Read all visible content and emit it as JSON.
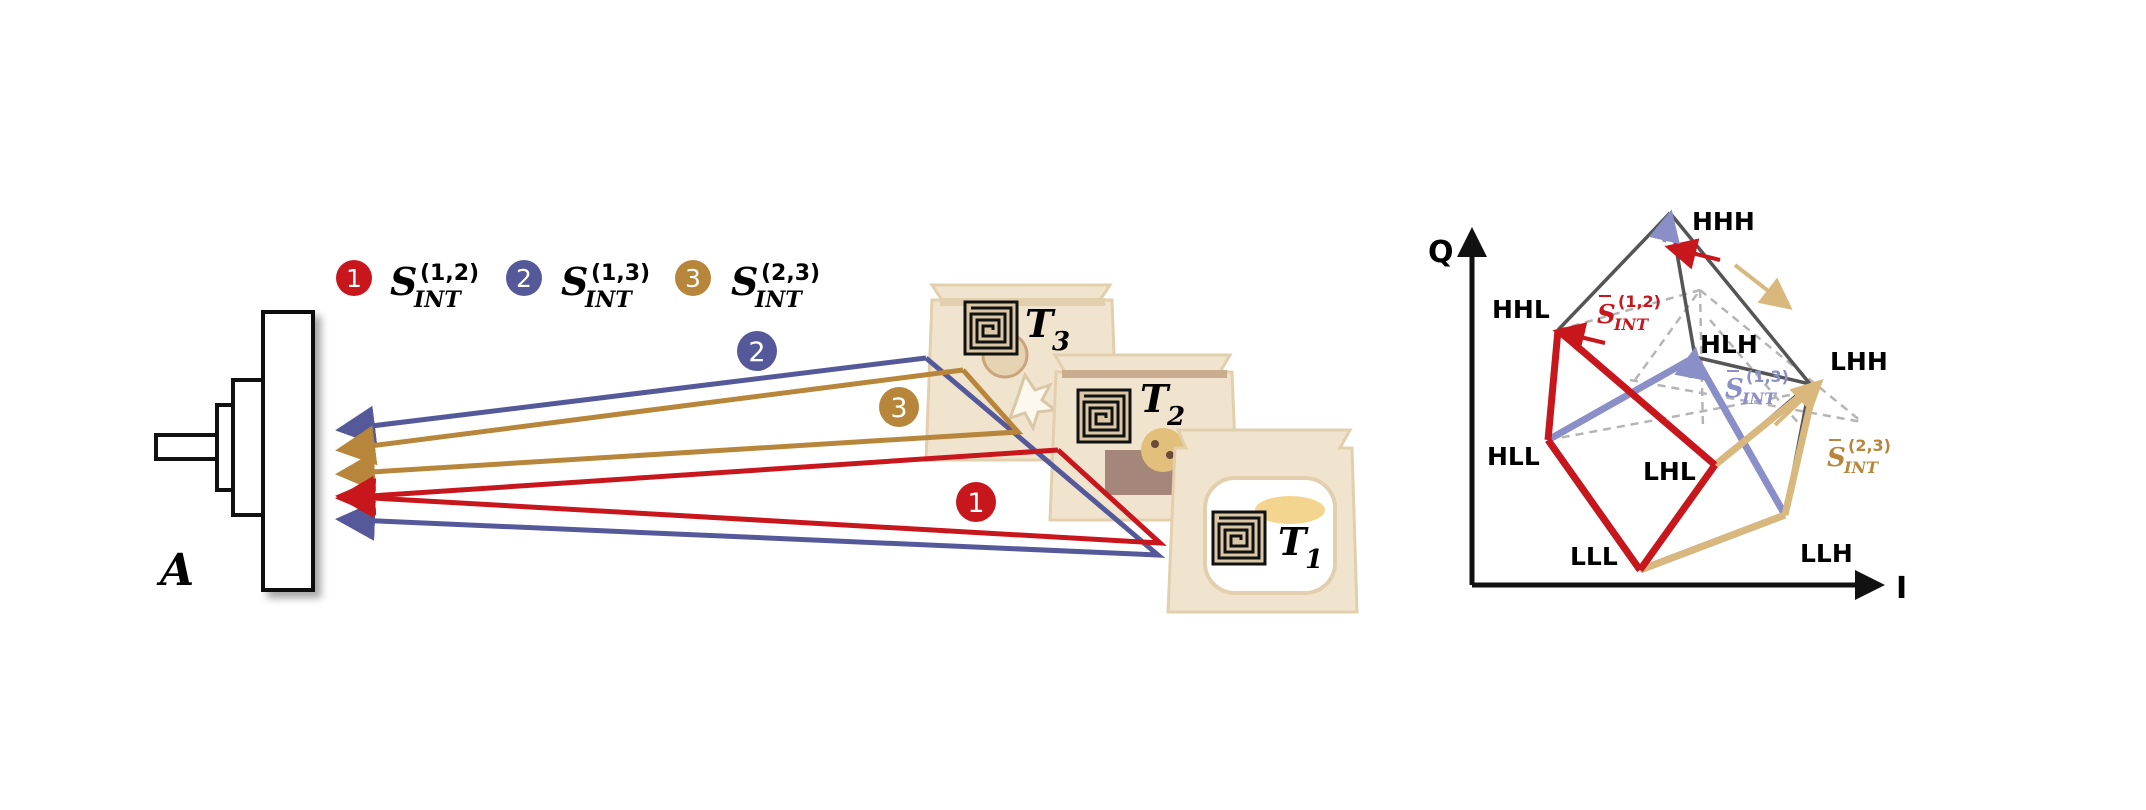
{
  "colors": {
    "red": "#c8161d",
    "blue": "#55599a",
    "gold": "#b8863a",
    "light_blue": "#8a8fc8",
    "light_gold": "#d9b87e",
    "gray": "#555555",
    "dashed": "#b5b5b5",
    "bag": "#f1e4ce",
    "bag_dark": "#e2cfae"
  },
  "antenna": {
    "label": "A"
  },
  "legend": [
    {
      "num": "1",
      "base": "S",
      "sup": "(1,2)",
      "sub": "INT",
      "color": "red"
    },
    {
      "num": "2",
      "base": "S",
      "sup": "(1,3)",
      "sub": "INT",
      "color": "blue"
    },
    {
      "num": "3",
      "base": "S",
      "sup": "(2,3)",
      "sub": "INT",
      "color": "gold"
    }
  ],
  "tags": [
    {
      "base": "T",
      "sub": "3"
    },
    {
      "base": "T",
      "sub": "2"
    },
    {
      "base": "T",
      "sub": "1"
    }
  ],
  "path_badges": [
    {
      "num": "2",
      "color": "blue"
    },
    {
      "num": "3",
      "color": "gold"
    },
    {
      "num": "1",
      "color": "red"
    }
  ],
  "iq_plot": {
    "y_axis_label": "Q",
    "x_axis_label": "I",
    "state_labels": [
      "HHH",
      "HHL",
      "HLH",
      "LHH",
      "HLL",
      "LHL",
      "LLL",
      "LLH"
    ],
    "vectors": [
      {
        "base": "S",
        "sup": "(1,2)",
        "sub": "INT",
        "color": "red"
      },
      {
        "base": "S",
        "sup": "(1,3)",
        "sub": "INT",
        "color": "light_blue"
      },
      {
        "base": "S",
        "sup": "(2,3)",
        "sub": "INT",
        "color": "gold"
      }
    ]
  }
}
